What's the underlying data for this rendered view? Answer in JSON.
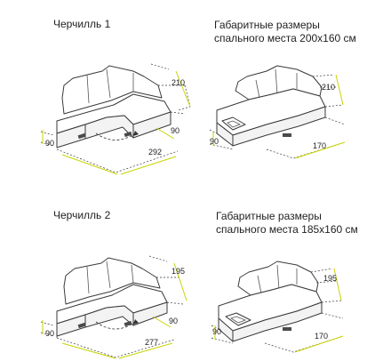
{
  "titles": {
    "model1": "Черчилль 1",
    "sleep1_line1": "Габаритные размеры",
    "sleep1_line2": "спального места 200x160 см",
    "model2": "Черчилль 2",
    "sleep2_line1": "Габаритные размеры",
    "sleep2_line2": "спального места 185x160 см"
  },
  "dims": {
    "m1_depth": "210",
    "m1_side_right": "90",
    "m1_side_left": "90",
    "m1_length": "292",
    "b1_depth": "210",
    "b1_side": "90",
    "b1_width": "170",
    "m2_depth": "195",
    "m2_side_right": "90",
    "m2_side_left": "90",
    "m2_length": "277",
    "b2_depth": "195",
    "b2_side": "90",
    "b2_width": "170"
  },
  "colors": {
    "dimension_tick": "#c9d400",
    "outline": "#3a3a3a"
  }
}
